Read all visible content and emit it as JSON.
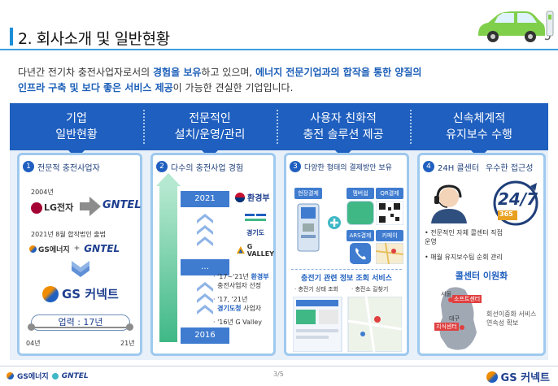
{
  "header": {
    "title": "2. 회사소개 및 일반현황"
  },
  "intro": {
    "p1": "다년간 전기차 충전사업자로서의 ",
    "p1_hl": "경험을 보유",
    "p2": "하고 있으며, ",
    "p2_hl": "에너지 전문기업과의 합작을 통한 양질의",
    "p3_hl": "인프라 구축 및 보다 좋은 서비스 제공",
    "p3": "이 가능한 견실한 기업입니다."
  },
  "columns": [
    {
      "line1": "기업",
      "line2": "일반현황"
    },
    {
      "line1": "전문적인",
      "line2": "설치/운영/관리"
    },
    {
      "line1": "사용자 친화적",
      "line2": "충전 솔루션 제공"
    },
    {
      "line1": "신속체계적",
      "line2": "유지보수 수행"
    }
  ],
  "card1": {
    "num": "1",
    "title": "전문적 충전사업자",
    "year_2004": "2004년",
    "lg": "LG전자",
    "gntel": "GNTEL",
    "merge_caption": "2021년 8월 합작법인 출범",
    "gs_energy": "GS에너지",
    "plus": "+",
    "gs_connect": "GS 커넥트",
    "career": "업력 : 17년",
    "start": "04년",
    "end": "21년"
  },
  "card2": {
    "num": "2",
    "title": "다수의 충전사업 경험",
    "year_top": "2021",
    "ellipsis": "…",
    "year_bottom": "2016",
    "logo_env": "환경부",
    "logo_gg": "경기도",
    "logo_gv": "G VALLEY",
    "b1a": "'17~'21년 ",
    "b1b": "환경부",
    "b1c": "충전사업자 선정",
    "b2a": "'17, '21년",
    "b2b": "경기도청",
    "b2c": " 사업자",
    "b3": "'16년 G Valley"
  },
  "card3": {
    "num": "3",
    "title": "다양한 형태의 결제방안 보유",
    "pay1": "현장결제",
    "pay2": "멤버쉽",
    "pay3": "QR결제",
    "pay4": "ARS결제",
    "pay5": "카페이",
    "service_title": "충전기 관련 정보 조회 서비스",
    "svc1": "충전기 상태 조회",
    "svc2": "충전소 길찾기"
  },
  "card4": {
    "num": "4",
    "title_a": "24H 콜센터",
    "title_b": "우수한 접근성",
    "badge": "24/7",
    "badge_sub": "365",
    "b1": "전문적인 자체 콜센터 직접 운영",
    "b2": "매월 유지보수팀 순회 관리",
    "cc_title": "콜센터 이원화",
    "city1": "서울",
    "city1b": "소프트센터",
    "city2": "대구",
    "city2b": "지식센터",
    "side_note": "회선이중화 서비스 연속성 확보"
  },
  "footer": {
    "left_a": "GS에너지",
    "left_b": "GNTEL",
    "page": "3/5",
    "right": "GS 커넥트"
  },
  "colors": {
    "primary": "#1f5fbf",
    "accent": "#3da0e0",
    "highlight": "#1c5fb8",
    "panel": "#e8f0f9"
  }
}
